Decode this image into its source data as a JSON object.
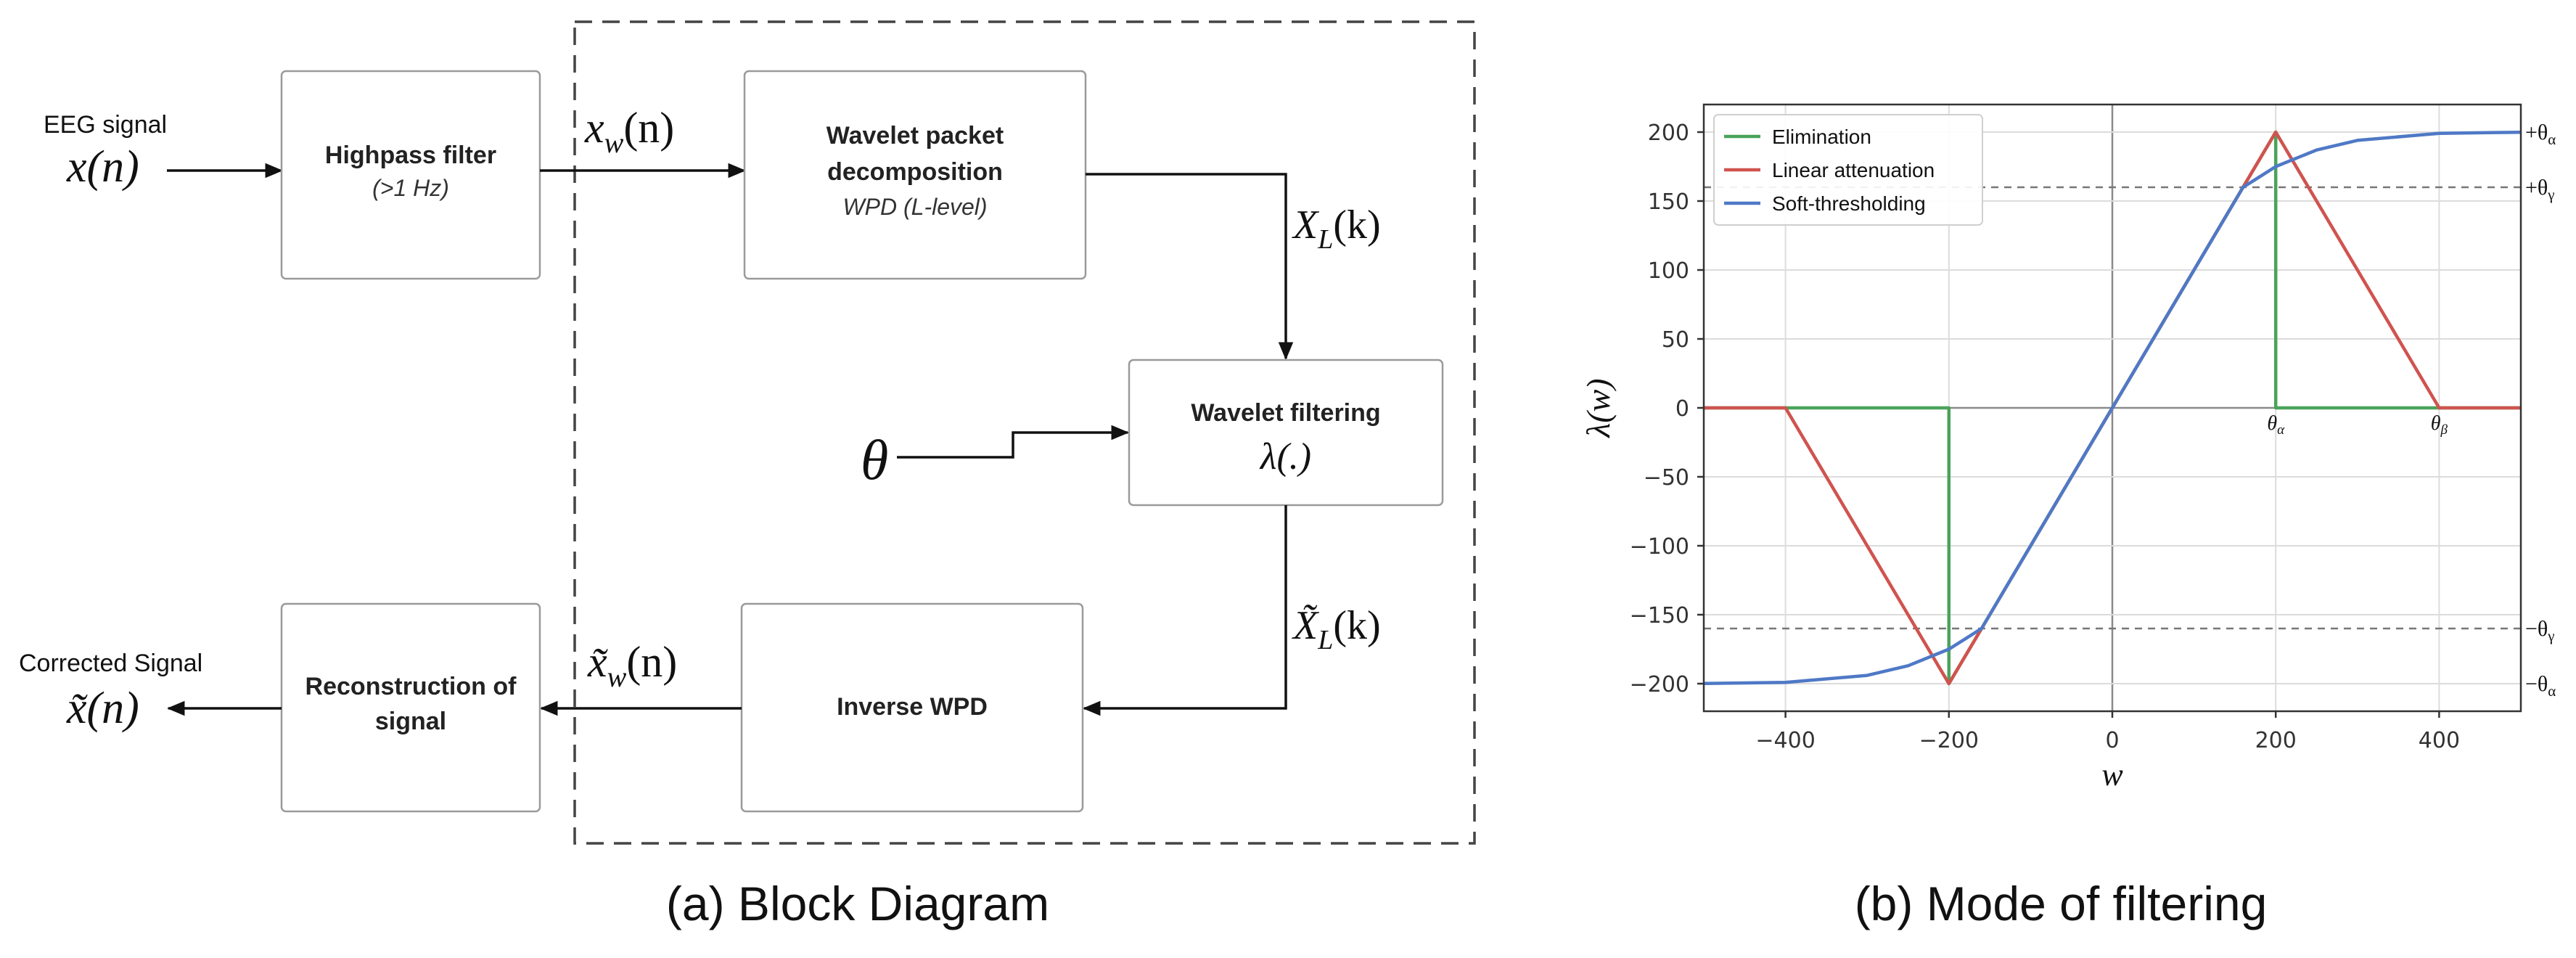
{
  "diagram": {
    "input_label": "EEG signal",
    "input_var": "x(n)",
    "highpass_title": "Highpass filter",
    "highpass_sub": "(>1 Hz)",
    "xw_label": "x",
    "xw_sub": "w",
    "xw_arg": "(n)",
    "wpd_line1": "Wavelet packet",
    "wpd_line2": "decomposition",
    "wpd_sub": "WPD (L-level)",
    "XL_label": "X",
    "XL_sub": "L",
    "XL_arg": "(k)",
    "theta_label": "θ",
    "wf_title": "Wavelet filtering",
    "wf_sub": "λ(.)",
    "XLt_label": "X̃",
    "XLt_sub": "L",
    "XLt_arg": "(k)",
    "inverse_title": "Inverse WPD",
    "xwt_label": "x̃",
    "xwt_sub": "w",
    "xwt_arg": "(n)",
    "recon_line1": "Reconstruction of",
    "recon_line2": "signal",
    "output_label": "Corrected Signal",
    "output_var": "x̃(n)",
    "caption": "(a) Block Diagram"
  },
  "chart_data": {
    "type": "line",
    "caption": "(b) Mode of filtering",
    "xlabel": "w",
    "ylabel": "λ(w)",
    "xlim": [
      -500,
      500
    ],
    "ylim": [
      -220,
      220
    ],
    "xticks": [
      -400,
      -200,
      0,
      200,
      400
    ],
    "yticks": [
      200,
      150,
      100,
      50,
      0,
      -50,
      -100,
      -150,
      -200
    ],
    "grid": true,
    "legend_position": "top-left",
    "series": [
      {
        "name": "Elimination",
        "color": "#4aa35a",
        "x": [
          -500,
          -200,
          -200,
          200,
          200,
          500
        ],
        "y": [
          0,
          0,
          -200,
          200,
          0,
          0
        ]
      },
      {
        "name": "Linear attenuation",
        "color": "#d0534f",
        "x": [
          -500,
          -400,
          -200,
          200,
          400,
          500
        ],
        "y": [
          0,
          0,
          -200,
          200,
          0,
          0
        ]
      },
      {
        "name": "Soft-thresholding",
        "color": "#4f79c6",
        "x": [
          -500,
          -400,
          -300,
          -250,
          -200,
          -180,
          -160,
          0,
          160,
          180,
          200,
          250,
          300,
          400,
          500
        ],
        "y": [
          -199.9,
          -199.1,
          -194,
          -187,
          -175,
          -167.5,
          -160,
          0,
          160,
          167.5,
          175,
          187,
          194,
          199.1,
          199.9
        ]
      }
    ],
    "hlines": [
      160,
      -160
    ],
    "right_labels": [
      {
        "text": "+θ",
        "sub": "α",
        "y": 200
      },
      {
        "text": "+θ",
        "sub": "γ",
        "y": 160
      },
      {
        "text": "−θ",
        "sub": "γ",
        "y": -160
      },
      {
        "text": "−θ",
        "sub": "α",
        "y": -200
      }
    ],
    "point_labels": [
      {
        "text": "θ",
        "sub": "α",
        "x": 200
      },
      {
        "text": "θ",
        "sub": "β",
        "x": 400
      }
    ]
  }
}
